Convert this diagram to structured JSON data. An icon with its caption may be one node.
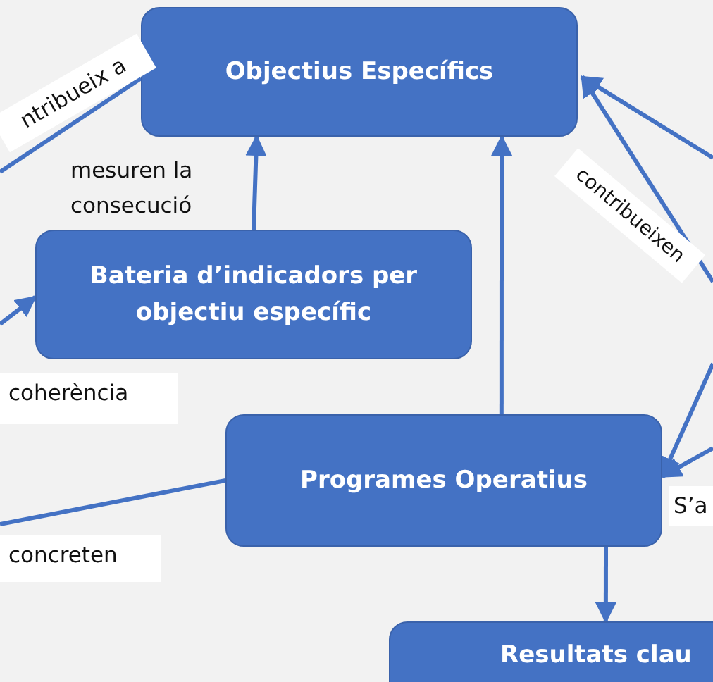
{
  "diagram": {
    "nodes": [
      {
        "text": [
          "Objectius Específics"
        ]
      },
      {
        "text": [
          "Bateria d’indicadors per objectiu específic"
        ]
      },
      {
        "text": [
          "Programes Operatius"
        ]
      },
      {
        "text": [
          "Resultats clau"
        ]
      }
    ],
    "edges": [
      {
        "from": null,
        "to": 0,
        "arrow": "none",
        "label": "ntribueix a"
      },
      {
        "from": 1,
        "to": 0,
        "arrow": "to",
        "label": "mesuren la consecució"
      },
      {
        "from": null,
        "to": 1,
        "arrow": "to",
        "label": "coherència"
      },
      {
        "from": 2,
        "to": 0,
        "arrow": "to"
      },
      {
        "from": null,
        "to": 0,
        "arrow": "to",
        "label": "contribueixen"
      },
      {
        "from": null,
        "to": 0,
        "arrow": "to"
      },
      {
        "from": null,
        "to": 2,
        "arrow": "to"
      },
      {
        "from": null,
        "to": 2,
        "arrow": "to",
        "label": "S’a"
      },
      {
        "from": 2,
        "to": null,
        "arrow": "none",
        "label": "concreten"
      },
      {
        "from": 2,
        "to": 3,
        "arrow": "to"
      }
    ]
  }
}
